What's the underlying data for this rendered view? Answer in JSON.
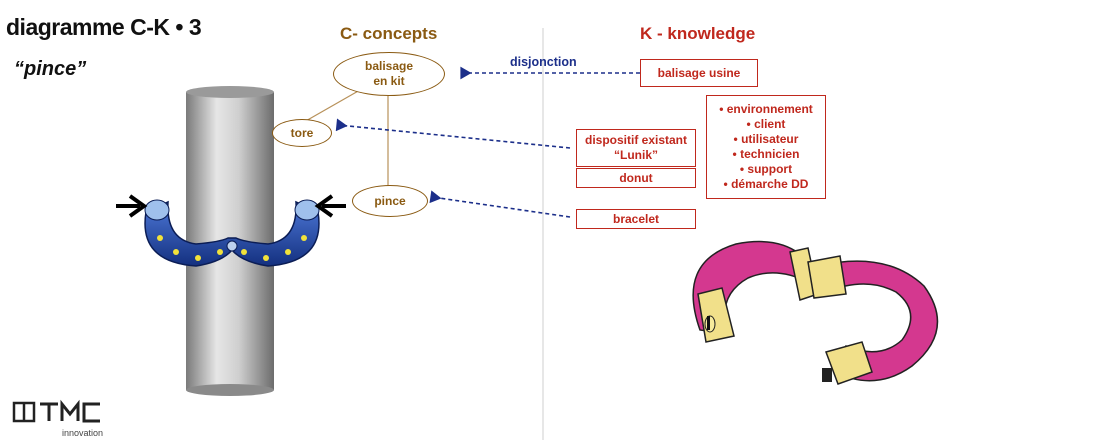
{
  "slide": {
    "title": "diagramme C-K • 3",
    "subtitle": "“pince”",
    "c_heading": "C- concepts",
    "k_heading": "K - knowledge"
  },
  "concepts": {
    "root_line1": "balisage",
    "root_line2": "en kit",
    "tore": "tore",
    "pince": "pince"
  },
  "knowledge": {
    "balisage_usine": "balisage usine",
    "dispositif_line1": "dispositif existant",
    "dispositif_line2": "“Lunik”",
    "donut": "donut",
    "bracelet": "bracelet",
    "list": [
      "• environnement",
      "• client",
      "• utilisateur",
      "• technicien",
      "• support",
      "• démarche DD"
    ]
  },
  "labels": {
    "disjonction": "disjonction"
  },
  "logo": {
    "mark": "TMC",
    "sub": "innovation"
  },
  "colors": {
    "concept": "#8a5a12",
    "knowledge": "#c0281d",
    "arrow": "#1c2f8a",
    "clamp": "#1f3fa8",
    "ring": "#d4388f"
  }
}
